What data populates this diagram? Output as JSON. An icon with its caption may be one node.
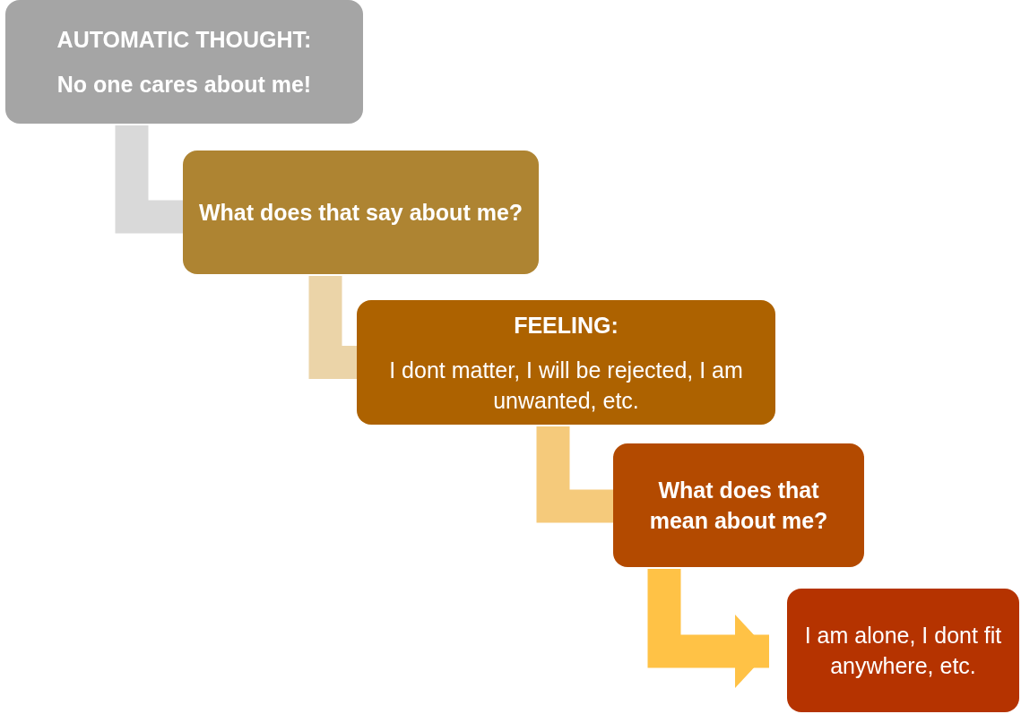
{
  "diagram": {
    "nodes": [
      {
        "text": [
          "AUTOMATIC THOUGHT:",
          "No one cares about me!"
        ]
      },
      {
        "text": [
          "What does that say about me?"
        ]
      },
      {
        "text": [
          "FEELING:",
          "I dont matter, I will be rejected, I am unwanted, etc."
        ]
      },
      {
        "text": [
          "What does that mean about me?"
        ]
      },
      {
        "text": [
          "I am alone, I dont fit anywhere, etc."
        ]
      }
    ],
    "edges": [
      {
        "from": 0,
        "to": 1,
        "arrow": "none",
        "color": "#d9d9d9"
      },
      {
        "from": 1,
        "to": 2,
        "arrow": "none",
        "color": "#ebd4a8"
      },
      {
        "from": 2,
        "to": 3,
        "arrow": "none",
        "color": "#f5ca7b"
      },
      {
        "from": 3,
        "to": 4,
        "arrow": "to",
        "color": "#ffc246"
      }
    ]
  }
}
